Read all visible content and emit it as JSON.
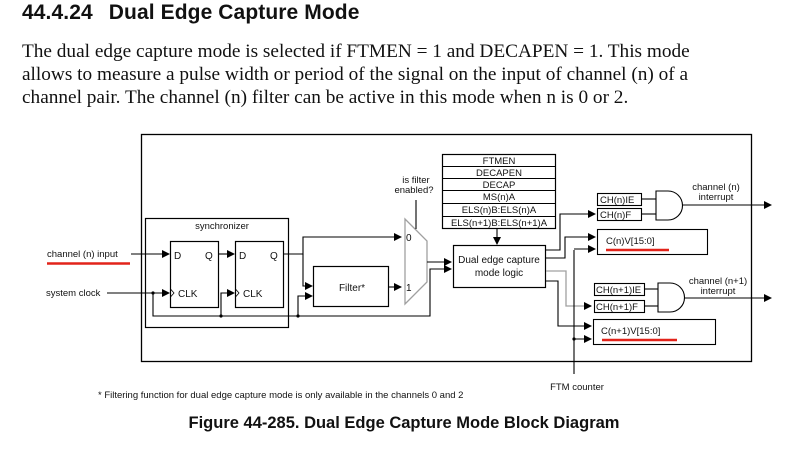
{
  "section": {
    "number": "44.4.24",
    "title": "Dual Edge Capture Mode"
  },
  "paragraph": {
    "lines": [
      "The dual edge capture mode is selected if FTMEN = 1 and DECAPEN = 1. This mode",
      "allows to measure a pulse width or period of the signal on the input of channel (n) of a",
      "channel pair. The channel (n) filter can be active in this mode when n is 0 or 2."
    ]
  },
  "diagram": {
    "inputs": {
      "channel_input": "channel (n) input",
      "system_clock": "system clock"
    },
    "synchronizer": {
      "label": "synchronizer",
      "ff1": {
        "d": "D",
        "q": "Q",
        "clk": "CLK"
      },
      "ff2": {
        "d": "D",
        "q": "Q",
        "clk": "CLK"
      }
    },
    "filter": {
      "label": "Filter*"
    },
    "mux": {
      "question": [
        "is filter",
        "enabled?"
      ],
      "in0": "0",
      "in1": "1"
    },
    "control_bits": [
      "FTMEN",
      "DECAPEN",
      "DECAP",
      "MS(n)A",
      "ELS(n)B:ELS(n)A",
      "ELS(n+1)B:ELS(n+1)A"
    ],
    "logic": {
      "lines": [
        "Dual edge capture",
        "mode logic"
      ]
    },
    "channel_n": {
      "ie": "CH(n)IE",
      "f": "CH(n)F",
      "interrupt": [
        "channel (n)",
        "interrupt"
      ],
      "value": "C(n)V[15:0]"
    },
    "channel_n1": {
      "ie": "CH(n+1)IE",
      "f": "CH(n+1)F",
      "interrupt": [
        "channel (n+1)",
        "interrupt"
      ],
      "value": "C(n+1)V[15:0]"
    },
    "counter": "FTM counter",
    "colors": {
      "highlight": "#e2231a",
      "line": "#000000",
      "gray": "#a0a0a0"
    }
  },
  "footnote": "* Filtering function for dual edge capture mode is only available in the channels 0 and 2",
  "caption": "Figure 44-285. Dual Edge Capture Mode Block Diagram"
}
